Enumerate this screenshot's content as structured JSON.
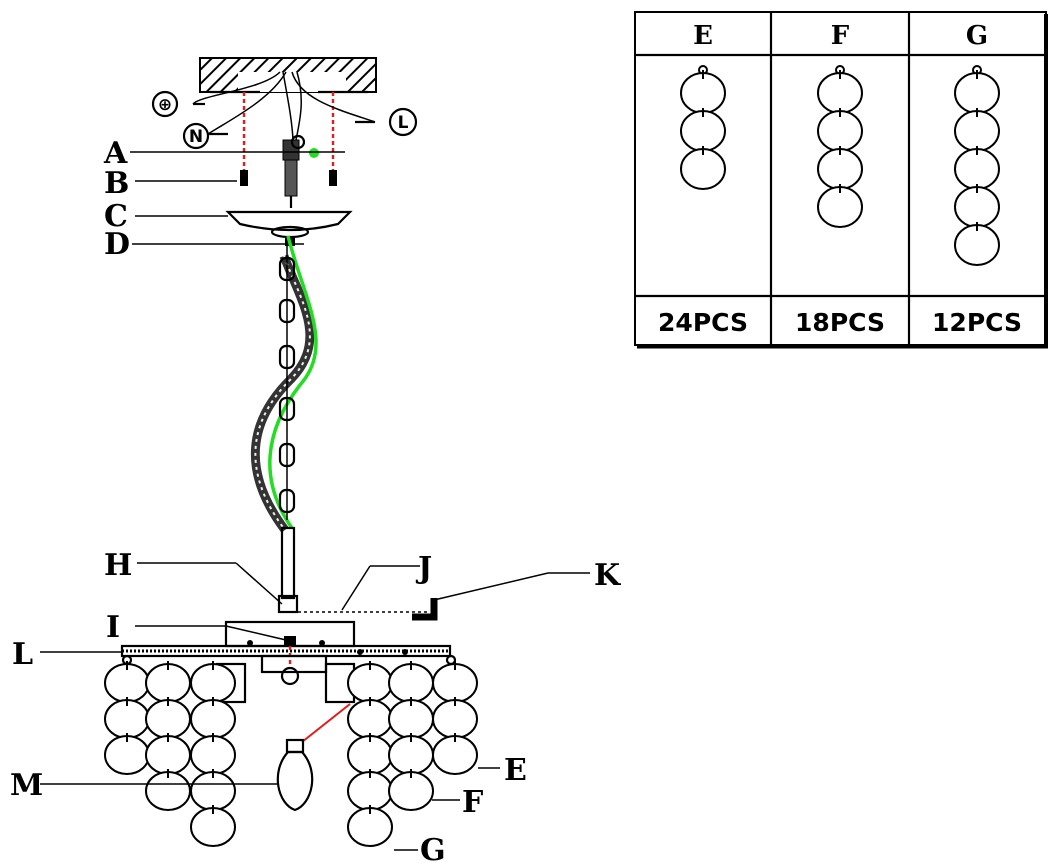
{
  "parts": {
    "A": "A",
    "B": "B",
    "C": "C",
    "D": "D",
    "H": "H",
    "I": "I",
    "J": "J",
    "K": "K",
    "L": "L",
    "M": "M",
    "E": "E",
    "F": "F",
    "G": "G"
  },
  "wires": {
    "ground": "⊕",
    "neutral": "N",
    "live": "L"
  },
  "table": {
    "columns": [
      {
        "header": "E",
        "count": "24PCS",
        "rings": 3
      },
      {
        "header": "F",
        "count": "18PCS",
        "rings": 4
      },
      {
        "header": "G",
        "count": "12PCS",
        "rings": 5
      }
    ]
  },
  "colors": {
    "wire_ground": "#22dd22",
    "screw_guide": "#e21b1b",
    "line": "#000000"
  }
}
